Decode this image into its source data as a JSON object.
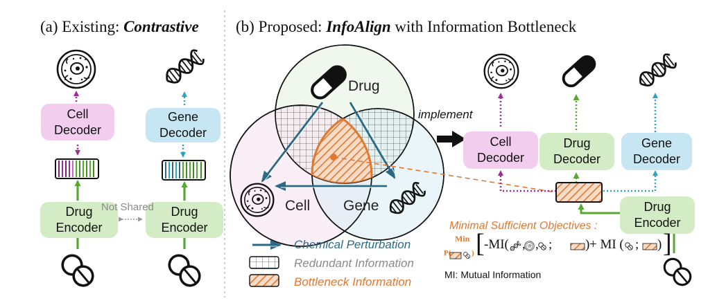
{
  "panel_a": {
    "title_prefix": "(a) Existing: ",
    "title_emph": "Contrastive",
    "cell_decoder": "Cell\nDecoder",
    "gene_decoder": "Gene\nDecoder",
    "drug_encoder_left": "Drug\nEncoder",
    "drug_encoder_right": "Drug\nEncoder",
    "not_shared": "Not Shared"
  },
  "panel_b": {
    "title_prefix": "(b) Proposed: ",
    "title_emph": "InfoAlign",
    "title_suffix": " with Information Bottleneck",
    "venn": {
      "drug": "Drug",
      "cell": "Cell",
      "gene": "Gene"
    },
    "implement": "implement",
    "cell_decoder": "Cell\nDecoder",
    "drug_decoder": "Drug\nDecoder",
    "gene_decoder": "Gene\nDecoder",
    "drug_encoder": "Drug\nEncoder",
    "objective_title": "Minimal Sufficient Objectives :",
    "formula": {
      "min": "Min",
      "under": "P(",
      "under_end": ")",
      "bracket_open": "[",
      "neg_mi": "-MI(",
      "sep1": ",",
      "sep2": ",",
      "semi": ";",
      "close1": ")",
      "plus": " + MI (",
      "semi2": ";",
      "close2": ")",
      "bracket_close": "]"
    },
    "mi_note": "MI: Mutual Information",
    "legend": {
      "chemical": "Chemical Perturbation",
      "redundant": "Redundant Information",
      "bottleneck": "Bottleneck Information"
    }
  },
  "colors": {
    "pink": "#f2cdee",
    "green": "#d4ecc5",
    "blue": "#c7e6f3",
    "purple_arrow": "#a0289a",
    "green_arrow": "#55a832",
    "teal_arrow": "#2aa4c2",
    "dark_teal": "#2a6a86",
    "orange": "#e07830",
    "grey_text": "#8a8a8a"
  },
  "icons": [
    "cell-icon",
    "dna-icon",
    "pill-icon",
    "vector-icon",
    "hatched-vector-icon"
  ]
}
